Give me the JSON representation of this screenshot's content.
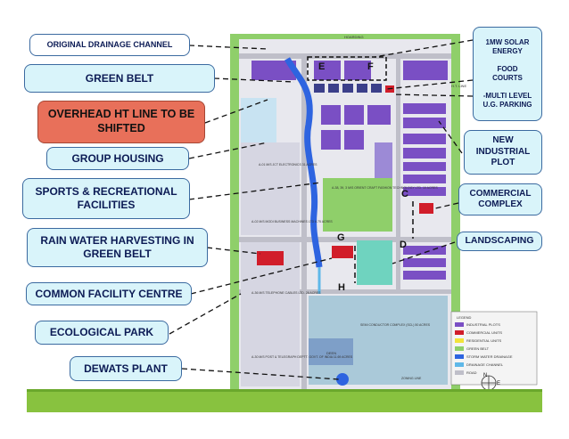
{
  "callouts_left": [
    {
      "id": "original-drainage-channel",
      "label": "ORIGINAL DRAINAGE CHANNEL"
    },
    {
      "id": "green-belt",
      "label": "GREEN BELT"
    },
    {
      "id": "overhead-ht-line",
      "label": "OVERHEAD HT LINE TO BE\nSHIFTED"
    },
    {
      "id": "group-housing",
      "label": "GROUP HOUSING"
    },
    {
      "id": "sports-recreational",
      "label": "SPORTS & RECREATIONAL\nFACILITIES"
    },
    {
      "id": "rain-water-harvesting",
      "label": "RAIN WATER HARVESTING IN\nGREEN BELT"
    },
    {
      "id": "common-facility-centre",
      "label": "COMMON FACILITY CENTRE"
    },
    {
      "id": "ecological-park",
      "label": "ECOLOGICAL PARK"
    },
    {
      "id": "dewats-plant",
      "label": "DEWATS PLANT"
    }
  ],
  "callouts_right": [
    {
      "id": "solar-food-parking",
      "label": "1MW SOLAR\nENERGY\n\nFOOD\nCOURTS\n\n-MULTI LEVEL\nU.G. PARKING"
    },
    {
      "id": "new-industrial-plot",
      "label": "NEW\nINDUSTRIAL\nPLOT"
    },
    {
      "id": "commercial-complex",
      "label": "COMMERCIAL\nCOMPLEX"
    },
    {
      "id": "landscaping",
      "label": "LANDSCAPING"
    }
  ],
  "map_letters": {
    "E": "E",
    "F": "F",
    "C": "C",
    "G": "G",
    "D": "D",
    "H": "H"
  },
  "map_labels": {
    "hoarding": "HOARDING",
    "ht_line": "H.T. LINE",
    "plot_a1": "A-01\nM/S JCT ELECTRONICS\n31 ACRES",
    "plot_a2": "A-02\nM/S MODI BUSINESS MACHINES LTD\n6.75 ACRES",
    "plot_mid": "A-38, 39, 3\nM/S ORIENT CRAFT\nFASHION TECHNOLOGY LTD.\n10 ACRES",
    "plot_tele": "A-36\nM/S TELEPHONE CABLES LTD.\n26 ACRES",
    "plot_tele2": "A-30\nM/S POST & TELEGRAPH DEPTT.\nGOVT. OF INDIA\n11.69 ACRES",
    "semicon": "SEMI CONDUCTOR COMPLEX\n(SCL)\n50 ACRES",
    "deen": "DEEN",
    "zoning": "ZONING LINE",
    "legend_title": "LEGEND",
    "legend_items": [
      "INDUSTRIAL PLOTS",
      "COMMERCIAL UNITS",
      "RESIDENTIAL UNITS",
      "GREEN BELT",
      "STORM WATER DRAINAGE",
      "DRAINAGE CHANNEL",
      "ROAD"
    ],
    "north": "N",
    "east": "E"
  },
  "colors": {
    "callout_fill": "#d9f4fa",
    "callout_border": "#3b6aa0",
    "callout_text": "#0c1b55",
    "ht_line_fill": "#e8705a",
    "industrial": "#7a4fc4",
    "commercial": "#d11d2a",
    "green_belt": "#8fcf6a",
    "drainage": "#2e64e0",
    "ground": "#88c23f"
  }
}
